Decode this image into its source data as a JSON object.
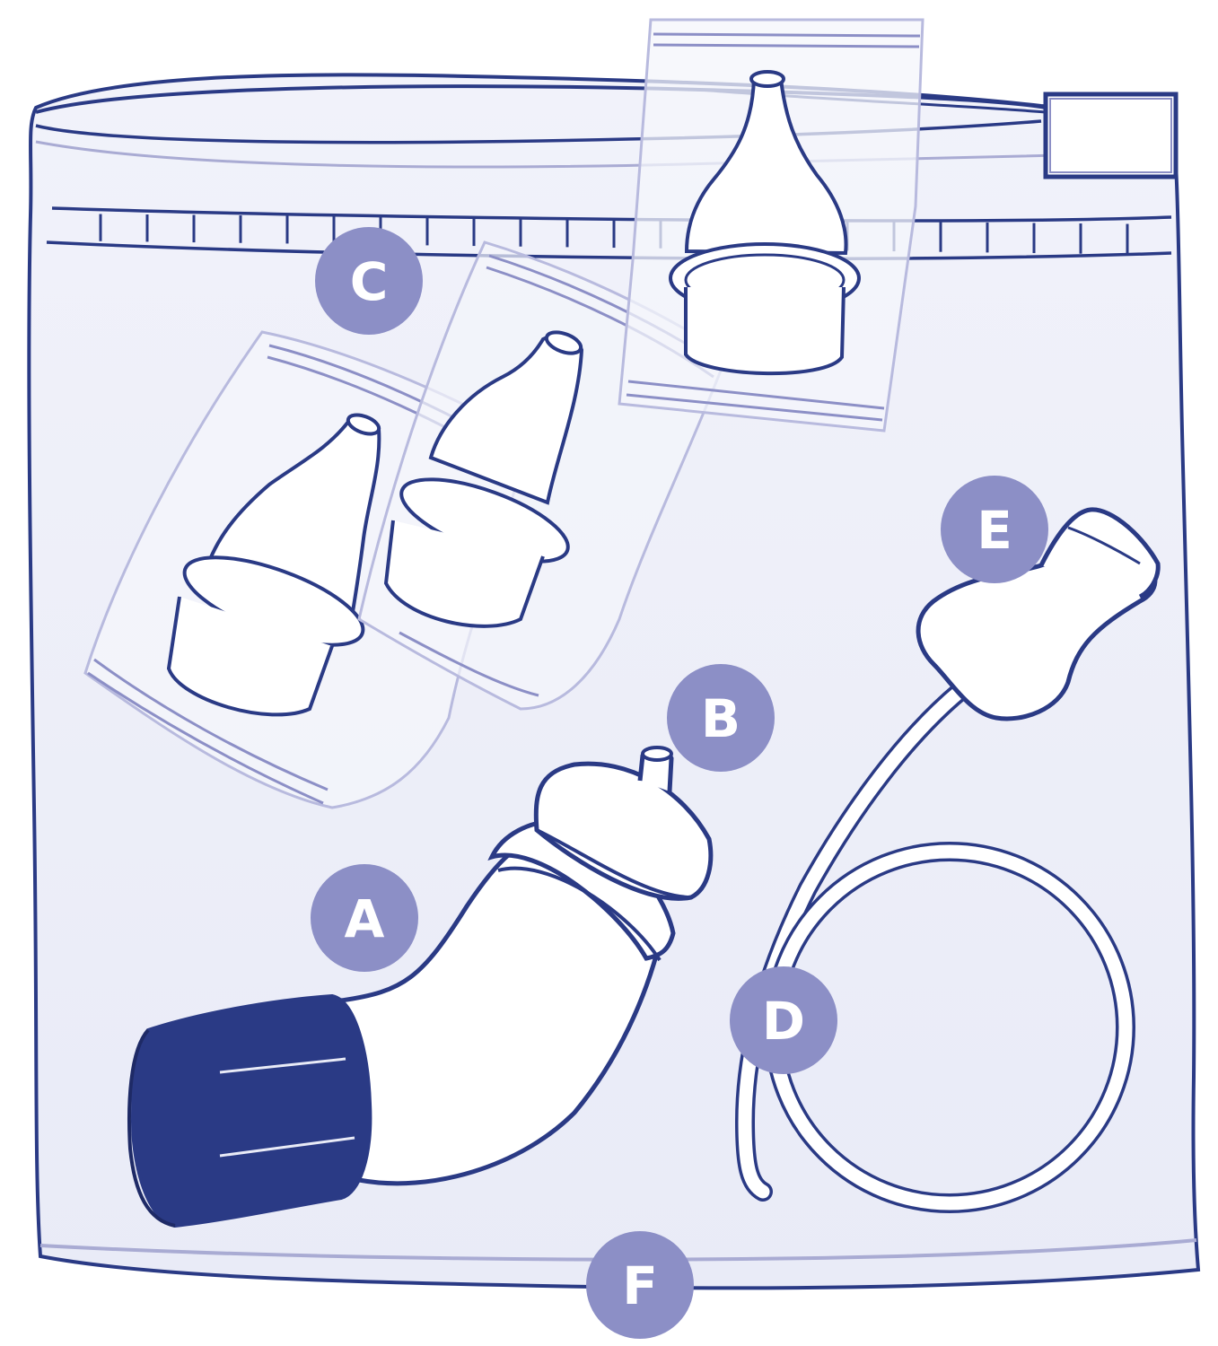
{
  "colors": {
    "outline": "#2a3a85",
    "bag_fill": "#eceef8",
    "bag_fill_light": "#f4f5fb",
    "label_circle": "#8c8fc6",
    "label_text": "#ffffff",
    "navy_cap": "#2a3a85",
    "white": "#ffffff"
  },
  "labels": {
    "a": "A",
    "b": "B",
    "c": "C",
    "d": "D",
    "e": "E",
    "f": "F"
  },
  "parts": {
    "a": "aspirator-body",
    "b": "nozzle-tip",
    "c": "spare-filters-in-pouches",
    "d": "suction-tube",
    "e": "mouthpiece",
    "f": "storage-bag"
  }
}
